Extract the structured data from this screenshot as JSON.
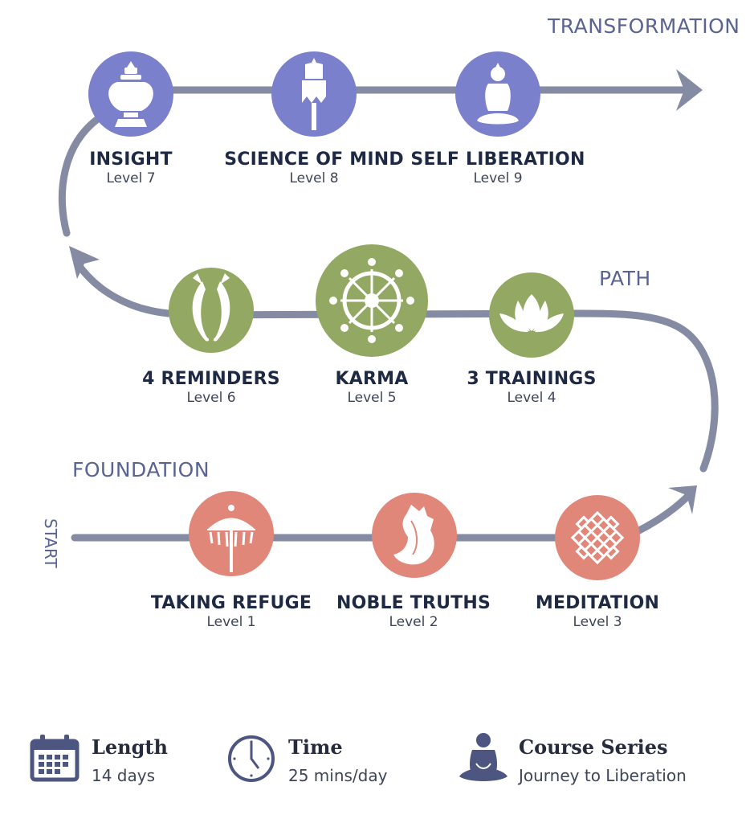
{
  "stages": {
    "start": "START",
    "foundation": "FOUNDATION",
    "path": "PATH",
    "transformation": "TRANSFORMATION"
  },
  "levels": [
    {
      "name": "TAKING REFUGE",
      "level": "Level 1",
      "icon": "parasol-icon",
      "color": "#e0877a"
    },
    {
      "name": "NOBLE TRUTHS",
      "level": "Level 2",
      "icon": "conch-shell-icon",
      "color": "#e0877a"
    },
    {
      "name": "MEDITATION",
      "level": "Level 3",
      "icon": "endless-knot-icon",
      "color": "#e0877a"
    },
    {
      "name": "3 TRAININGS",
      "level": "Level 4",
      "icon": "lotus-icon",
      "color": "#93a862"
    },
    {
      "name": "KARMA",
      "level": "Level 5",
      "icon": "dharma-wheel-icon",
      "color": "#93a862"
    },
    {
      "name": "4 REMINDERS",
      "level": "Level 6",
      "icon": "golden-fish-icon",
      "color": "#93a862"
    },
    {
      "name": "INSIGHT",
      "level": "Level 7",
      "icon": "treasure-vase-icon",
      "color": "#7b80cc"
    },
    {
      "name": "SCIENCE OF MIND",
      "level": "Level 8",
      "icon": "victory-banner-icon",
      "color": "#7b80cc"
    },
    {
      "name": "SELF LIBERATION",
      "level": "Level 9",
      "icon": "buddha-icon",
      "color": "#7b80cc"
    }
  ],
  "info": {
    "length": {
      "title": "Length",
      "value": "14 days",
      "icon": "calendar-icon"
    },
    "time": {
      "title": "Time",
      "value": "25 mins/day",
      "icon": "clock-icon"
    },
    "series": {
      "title": "Course Series",
      "value": "Journey to Liberation",
      "icon": "meditator-icon"
    }
  },
  "colors": {
    "path_line": "#858ba3",
    "foundation": "#e0877a",
    "path": "#93a862",
    "transformation": "#7b80cc",
    "icon_dark": "#4d5680"
  }
}
